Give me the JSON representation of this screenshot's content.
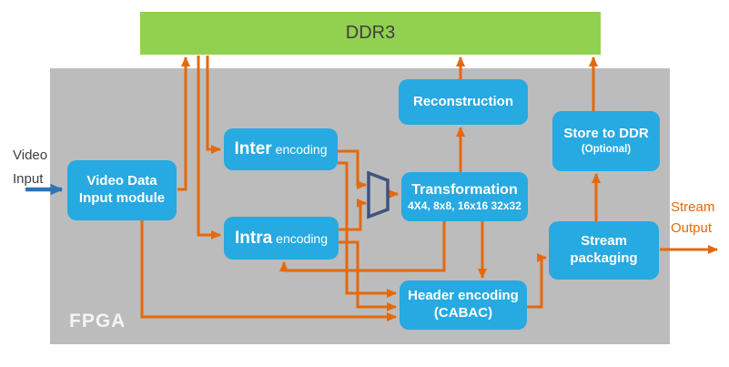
{
  "colors": {
    "ddr3_fill": "#92d050",
    "ddr3_text": "#404040",
    "fpga_fill": "#bcbcbc",
    "fpga_label_text": "#f4f4f4",
    "module_fill": "#27a9e1",
    "module_text": "#ffffff",
    "arrow_orange": "#e4690b",
    "video_input_arrow_blue": "#2e74b5",
    "mux_outline": "#3f527f",
    "video_input_text": "#3f3f3f",
    "stream_output_text": "#e4690b"
  },
  "memory": {
    "ddr3_label": "DDR3"
  },
  "fpga": {
    "label": "FPGA"
  },
  "io": {
    "video_input": {
      "line1": "Video",
      "line2": "Input"
    },
    "stream_output": {
      "line1": "Stream",
      "line2": "Output"
    }
  },
  "modules": {
    "video_data_input": {
      "line1": "Video Data",
      "line2": "Input module"
    },
    "inter_encoding": {
      "emphasis": "Inter",
      "rest": "encoding"
    },
    "intra_encoding": {
      "emphasis": "Intra",
      "rest": "encoding"
    },
    "reconstruction": {
      "label": "Reconstruction"
    },
    "transformation": {
      "title": "Transformation",
      "sizes": "4X4, 8x8, 16x16 32x32"
    },
    "store_to_ddr": {
      "title": "Store to DDR",
      "subtitle": "(Optional)"
    },
    "header_encoding": {
      "line1": "Header encoding",
      "line2": "(CABAC)"
    },
    "stream_packaging": {
      "line1": "Stream",
      "line2": "packaging"
    }
  },
  "connections": [
    {
      "from": "video-input",
      "to": "video-data-input-module",
      "style": "blue"
    },
    {
      "from": "video-data-input-module",
      "to": "ddr3",
      "style": "orange"
    },
    {
      "from": "ddr3",
      "to": "inter-encoding",
      "style": "orange"
    },
    {
      "from": "ddr3",
      "to": "intra-encoding",
      "style": "orange"
    },
    {
      "from": "inter-encoding",
      "to": "mux-selector",
      "style": "orange"
    },
    {
      "from": "intra-encoding",
      "to": "mux-selector",
      "style": "orange"
    },
    {
      "from": "mux-selector",
      "to": "transformation",
      "style": "orange"
    },
    {
      "from": "inter-encoding",
      "to": "header-encoding",
      "style": "orange"
    },
    {
      "from": "intra-encoding",
      "to": "header-encoding",
      "style": "orange"
    },
    {
      "from": "video-data-input-module",
      "to": "header-encoding",
      "style": "orange"
    },
    {
      "from": "transformation",
      "to": "reconstruction",
      "style": "orange"
    },
    {
      "from": "reconstruction",
      "to": "ddr3",
      "style": "orange"
    },
    {
      "from": "transformation",
      "to": "intra-encoding",
      "style": "orange"
    },
    {
      "from": "transformation",
      "to": "header-encoding",
      "style": "orange"
    },
    {
      "from": "header-encoding",
      "to": "stream-packaging",
      "style": "orange"
    },
    {
      "from": "stream-packaging",
      "to": "store-to-ddr",
      "style": "orange"
    },
    {
      "from": "store-to-ddr",
      "to": "ddr3",
      "style": "orange"
    },
    {
      "from": "stream-packaging",
      "to": "stream-output",
      "style": "orange"
    }
  ]
}
